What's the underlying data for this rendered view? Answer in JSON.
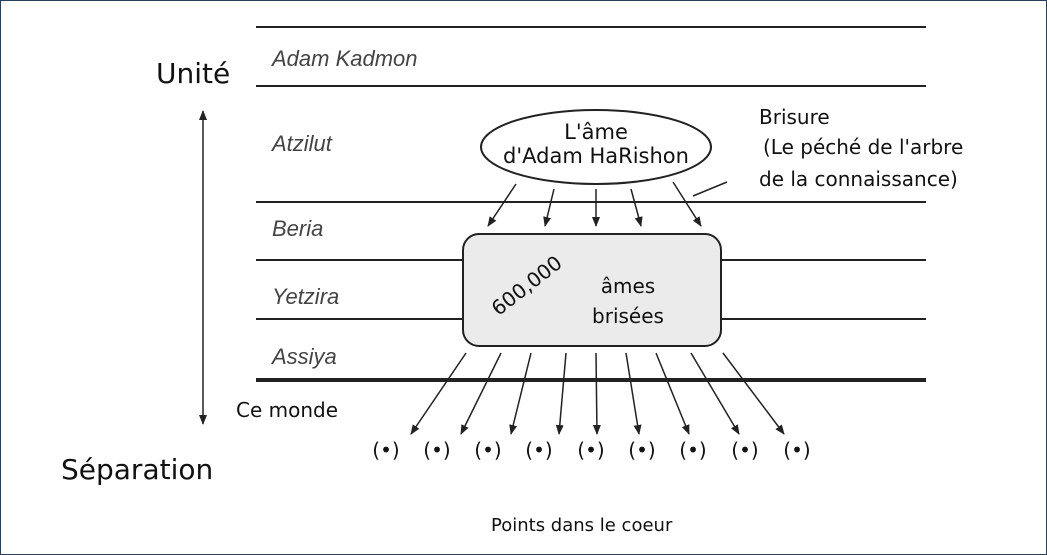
{
  "left_axis": {
    "top_label": "Unité",
    "bottom_label": "Séparation",
    "this_world_label": "Ce monde"
  },
  "planes": [
    "Adam Kadmon",
    "Atzilut",
    "Beria",
    "Yetzira",
    "Assiya"
  ],
  "soul_ellipse": {
    "line1": "L'âme",
    "line2": "d'Adam HaRishon"
  },
  "breakage_note": {
    "line1": "Brisure",
    "line2": "(Le péché de l'arbre",
    "line3": "de la connaissance)"
  },
  "broken_box": {
    "count": "600,000",
    "line1": "âmes",
    "line2": "brisées"
  },
  "points": [
    "(•)",
    "(•)",
    "(•)",
    "(•)",
    "(•)",
    "(•)",
    "(•)",
    "(•)",
    "(•)"
  ],
  "points_caption": "Points dans le coeur"
}
